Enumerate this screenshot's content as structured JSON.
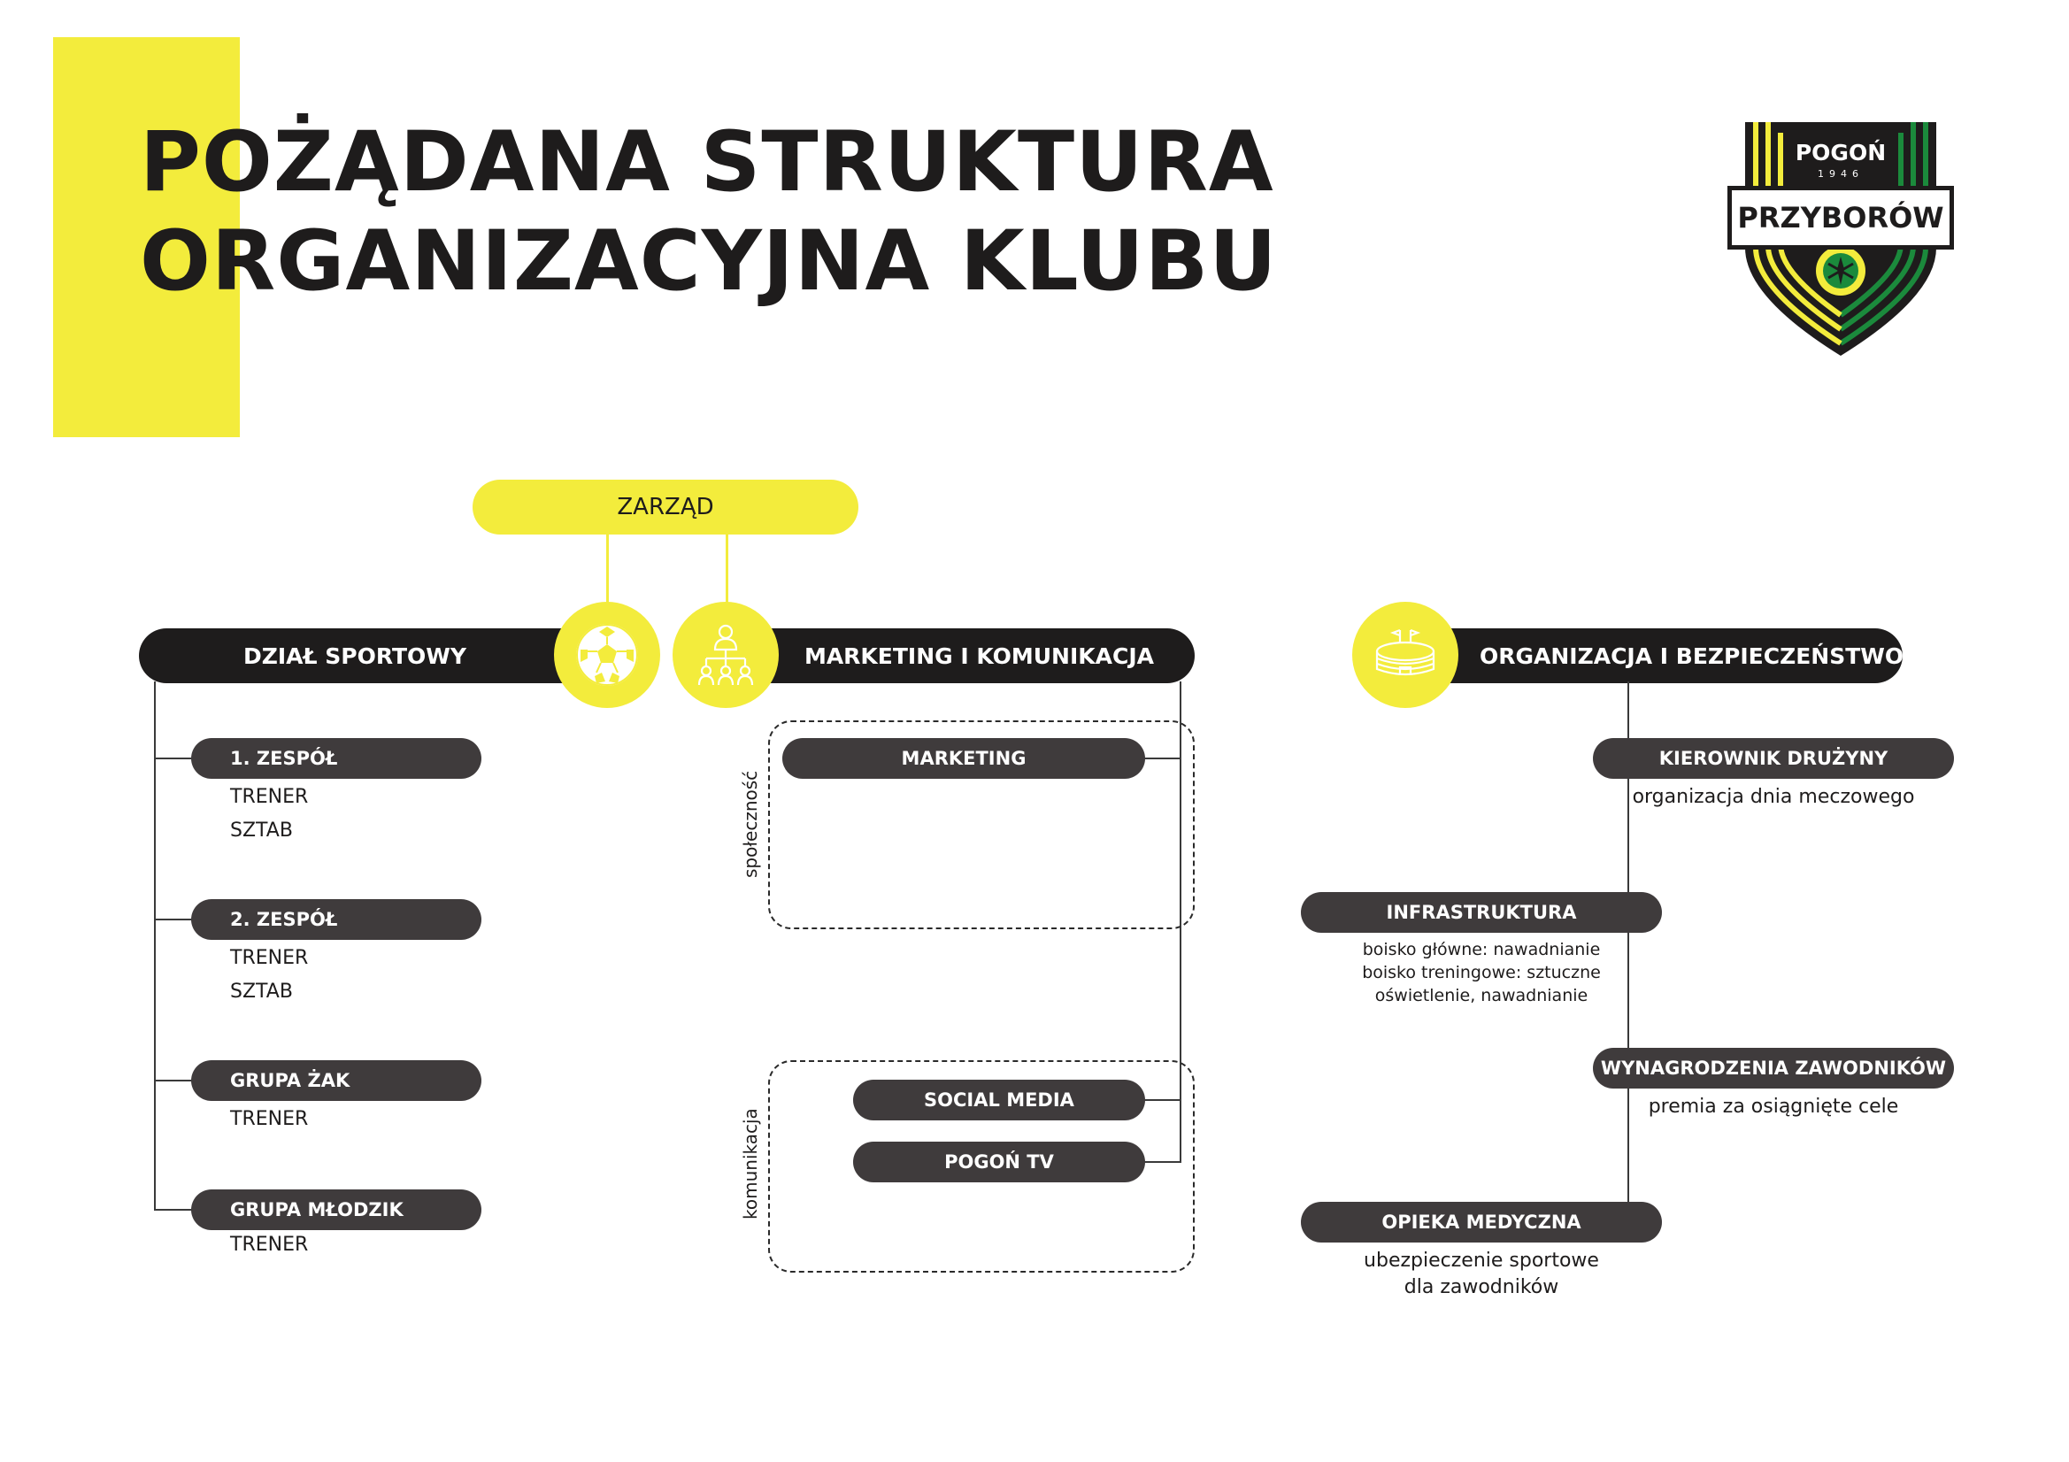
{
  "title": {
    "line1": "POŻĄDANA STRUKTURA",
    "line2": "ORGANIZACYJNA KLUBU"
  },
  "logo": {
    "top": "POGOŃ",
    "year": "1946",
    "name": "PRZYBORÓW"
  },
  "board": {
    "label": "ZARZĄD"
  },
  "sport": {
    "label": "DZIAŁ SPORTOWY",
    "icon": "soccer-ball-icon",
    "teams": [
      {
        "label": "1. ZESPÓŁ",
        "items": [
          "TRENER",
          "SZTAB"
        ]
      },
      {
        "label": "2. ZESPÓŁ",
        "items": [
          "TRENER",
          "SZTAB"
        ]
      },
      {
        "label": "GRUPA ŻAK",
        "items": [
          "TRENER"
        ]
      },
      {
        "label": "GRUPA MŁODZIK",
        "items": [
          "TRENER"
        ]
      }
    ]
  },
  "marketing": {
    "label": "MARKETING I KOMUNIKACJA",
    "icon": "org-chart-people-icon",
    "group1": {
      "side_label": "społeczność",
      "items": [
        "MARKETING"
      ]
    },
    "group2": {
      "side_label": "komunikacja",
      "items": [
        "SOCIAL MEDIA",
        "POGOŃ TV"
      ]
    }
  },
  "organization": {
    "label": "ORGANIZACJA I BEZPIECZEŃSTWO",
    "icon": "stadium-icon",
    "units": [
      {
        "label": "KIEROWNIK DRUŻYNY",
        "desc": [
          "organizacja dnia meczowego"
        ]
      },
      {
        "label": "INFRASTRUKTURA",
        "desc": [
          "boisko główne: nawadnianie",
          "boisko treningowe: sztuczne",
          "oświetlenie, nawadnianie"
        ]
      },
      {
        "label": "WYNAGRODZENIA ZAWODNIKÓW",
        "desc": [
          "premia za osiągnięte cele"
        ]
      },
      {
        "label": "OPIEKA MEDYCZNA",
        "desc": [
          "ubezpieczenie sportowe",
          "dla zawodników"
        ]
      }
    ]
  },
  "colors": {
    "accent": "#f3ec3c",
    "dark": "#1e1c1c",
    "grey": "#3f3b3c",
    "green": "#1b8a3c"
  }
}
